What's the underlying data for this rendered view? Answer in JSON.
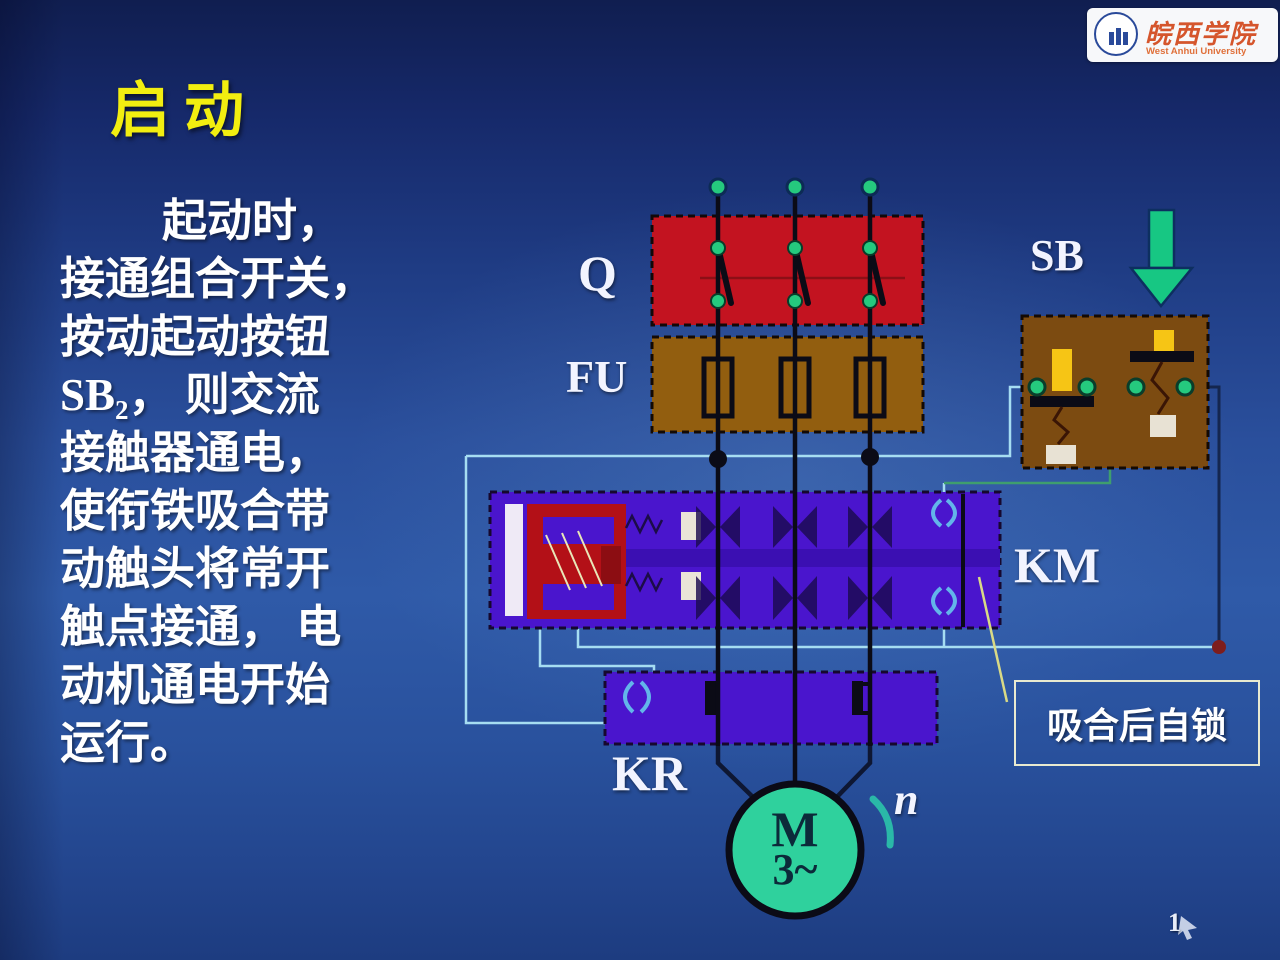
{
  "slide": {
    "title": "启动",
    "paragraph": {
      "lines": [
        "起动时，",
        "接通组合开关，",
        "按动起动按钮",
        "SB₂， 则交流",
        "接触器通电，",
        "使衔铁吸合带",
        "动触头将常开",
        "触点接通， 电",
        "动机通电开始",
        "运行。"
      ]
    },
    "page_number": "1"
  },
  "logo": {
    "name_cn": "皖西学院",
    "name_en": "West Anhui University"
  },
  "diagram": {
    "switch_label": "Q",
    "fuse_label": "FU",
    "button_label": "SB",
    "contactor_label": "KM",
    "relay_label": "KR",
    "motor_label": "M",
    "motor_type": "3~",
    "speed_label": "n",
    "annotation": "吸合后自锁"
  },
  "colors": {
    "background_top": "#101e50",
    "background_mid": "#2f5aa8",
    "switch_box_red": "#c31320",
    "fuse_box_brown": "#925e0f",
    "button_box_brown": "#7c4b11",
    "contactor_box_purple": "#4a15cd",
    "relay_box_purple": "#4a15cd",
    "motor_green": "#2fd19d",
    "terminal_green": "#25c97e",
    "wire_cyan": "#a6ddf2",
    "wire_navy": "#14264f",
    "arrow_green": "#17c783",
    "title_yellow": "#f2ee10",
    "annotation_border": "#e9ead0",
    "core_red": "#b31017",
    "plunger_yellow": "#f6c515"
  }
}
